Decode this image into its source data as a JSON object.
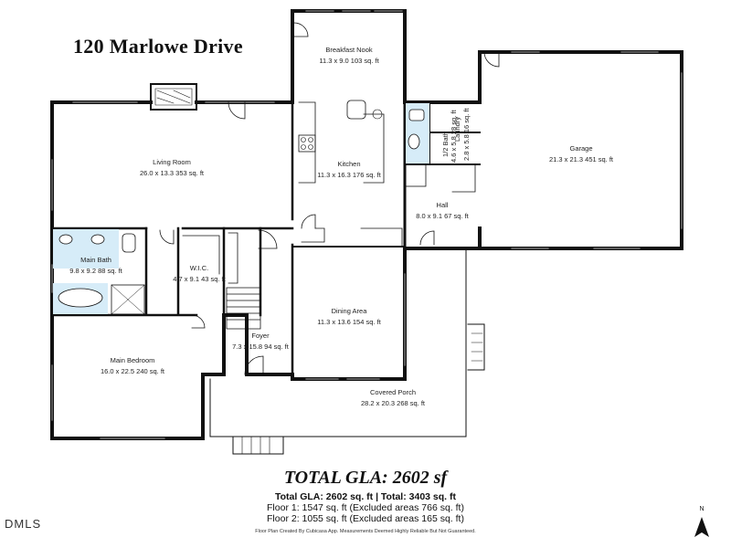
{
  "title": "120 Marlowe Drive",
  "rooms": {
    "breakfast_nook": {
      "name": "Breakfast Nook",
      "dims": "11.3 x 9.0 103 sq. ft"
    },
    "living_room": {
      "name": "Living Room",
      "dims": "26.0 x 13.3 353 sq. ft"
    },
    "kitchen": {
      "name": "Kitchen",
      "dims": "11.3 x 16.3 176 sq. ft"
    },
    "half_bath": {
      "name": "1/2 Bath",
      "dims": "4.6 x 5.8 28 sq. ft"
    },
    "laundry": {
      "name": "Laundry",
      "dims": "2.8 x 5.8 16 sq. ft"
    },
    "garage": {
      "name": "Garage",
      "dims": "21.3 x 21.3 451 sq. ft"
    },
    "hall": {
      "name": "Hall",
      "dims": "8.0 x 9.1 67 sq. ft"
    },
    "main_bath": {
      "name": "Main Bath",
      "dims": "9.8 x 9.2 88 sq. ft"
    },
    "wic": {
      "name": "W.I.C.",
      "dims": "4.7 x 9.1 43 sq. ft"
    },
    "dining_area": {
      "name": "Dining Area",
      "dims": "11.3 x 13.6 154 sq. ft"
    },
    "foyer": {
      "name": "Foyer",
      "dims": "7.3 x 15.8 94 sq. ft"
    },
    "main_bedroom": {
      "name": "Main Bedroom",
      "dims": "16.0 x 22.5 240 sq. ft"
    },
    "covered_porch": {
      "name": "Covered Porch",
      "dims": "28.2 x 20.3 268 sq. ft"
    }
  },
  "totals": {
    "gla_heading": "TOTAL GLA: 2602 sf",
    "summary": "Total GLA: 2602 sq. ft | Total: 3403 sq. ft",
    "floor1": "Floor 1: 1547 sq. ft (Excluded areas 766 sq. ft)",
    "floor2": "Floor 2: 1055 sq. ft (Excluded areas 165 sq. ft)"
  },
  "disclaimer": "Floor Plan Created By Cubicasa App. Measurements Deemed Highly Reliable But Not Guaranteed.",
  "watermark": "DMLS",
  "north_label": "N"
}
